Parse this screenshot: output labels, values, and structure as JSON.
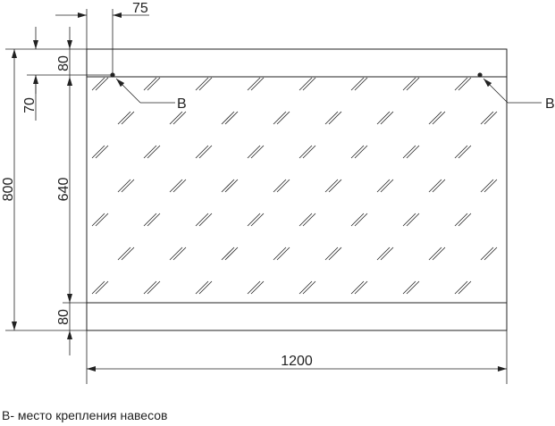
{
  "dimensions": {
    "top_offset": "75",
    "top_border": "80",
    "hole_offset": "70",
    "total_height": "800",
    "glass_height": "640",
    "bottom_border": "80",
    "total_width": "1200"
  },
  "labels": {
    "hole_left": "B",
    "hole_right": "B"
  },
  "legend": {
    "text": "B- место крепления навесов"
  }
}
